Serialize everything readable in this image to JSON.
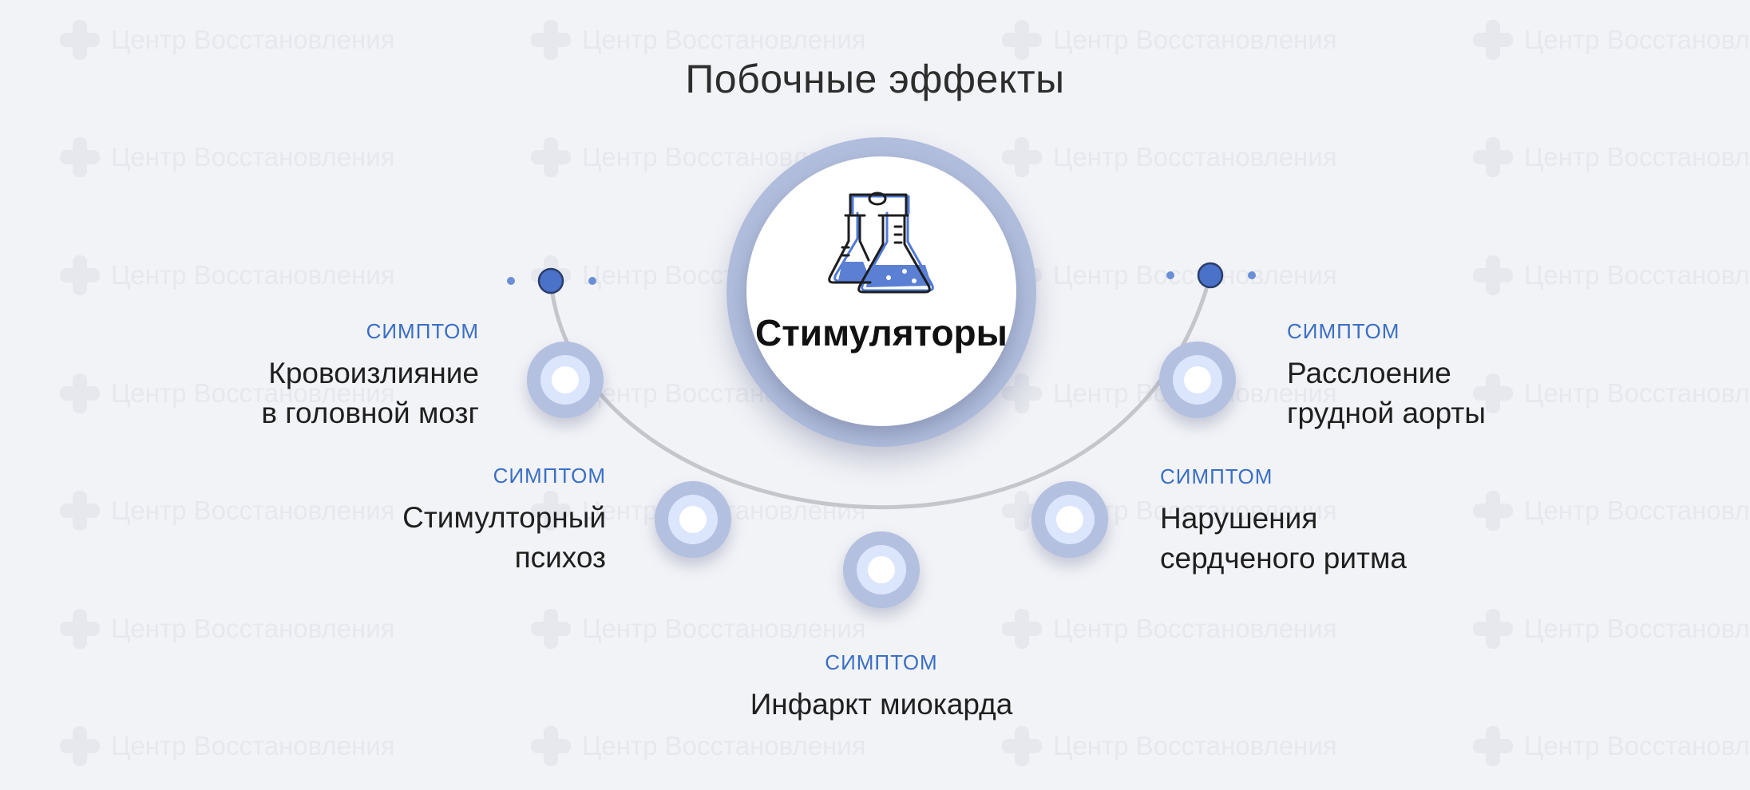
{
  "watermark_text": "Центр Восстановления",
  "title": "Побочные эффекты",
  "hub": {
    "label": "Стимуляторы",
    "icon": "flask-icon"
  },
  "tag_label": "СИМПТОМ",
  "symptoms": [
    {
      "tag": "СИМПТОМ",
      "line1": "Кровоизлияние",
      "line2": "в головной мозг"
    },
    {
      "tag": "СИМПТОМ",
      "line1": "Стимулторный",
      "line2": "психоз"
    },
    {
      "tag": "СИМПТОМ",
      "line1": "Инфаркт миокарда",
      "line2": ""
    },
    {
      "tag": "СИМПТОМ",
      "line1": "Нарушения",
      "line2": "сердченого ритма"
    },
    {
      "tag": "СИМПТОМ",
      "line1": "Расслоение",
      "line2": "грудной аорты"
    }
  ],
  "colors": {
    "accent": "#3a6fc4",
    "node_blue": "#4a72c8",
    "ring": "#b3c0e0",
    "arc": "#c4c6cc",
    "background": "#f2f3f7"
  }
}
